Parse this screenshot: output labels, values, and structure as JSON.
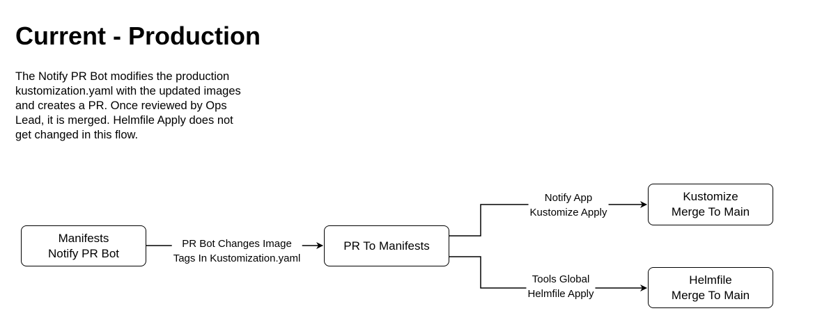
{
  "title": "Current - Production",
  "description": "The Notify PR Bot modifies the production\nkustomization.yaml with the updated images\nand creates a PR. Once reviewed by Ops\nLead, it is merged.  Helmfile Apply does not\nget changed in this flow.",
  "nodes": {
    "manifests": {
      "line1": "Manifests",
      "line2": "Notify PR Bot"
    },
    "pr": {
      "line1": "PR To Manifests"
    },
    "kustomize": {
      "line1": "Kustomize",
      "line2": "Merge To Main"
    },
    "helmfile": {
      "line1": "Helmfile",
      "line2": "Merge To Main"
    }
  },
  "edges": {
    "pr_bot": {
      "line1": "PR Bot Changes Image",
      "line2": "Tags In Kustomization.yaml"
    },
    "notify": {
      "line1": "Notify App",
      "line2": "Kustomize Apply"
    },
    "tools": {
      "line1": "Tools Global",
      "line2": "Helmfile Apply"
    }
  },
  "colors": {
    "stroke": "#000000",
    "background": "#ffffff"
  }
}
